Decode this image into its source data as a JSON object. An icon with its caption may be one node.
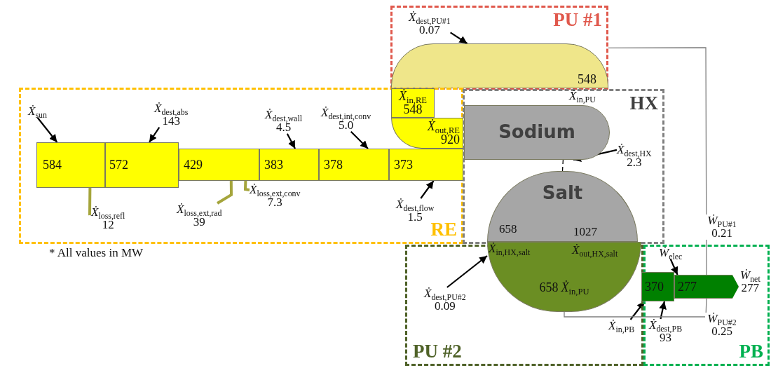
{
  "diagram": {
    "nodes": [
      {
        "text": [
          "PU #1"
        ]
      },
      {
        "text": [
          "548"
        ],
        "in": 0
      },
      {
        "text": [
          "RE"
        ]
      },
      {
        "text": [
          "HX"
        ]
      },
      {
        "text": [
          "584"
        ],
        "in": 2
      },
      {
        "text": [
          "572"
        ],
        "in": 2
      },
      {
        "text": [
          "429"
        ],
        "in": 2
      },
      {
        "text": [
          "383"
        ],
        "in": 2
      },
      {
        "text": [
          "378"
        ],
        "in": 2
      },
      {
        "text": [
          "373"
        ],
        "in": 2
      },
      {
        "text": [
          "*Ẋ*$_{in,RE}$",
          "548"
        ],
        "in": 2
      },
      {
        "text": [
          "*Ẋ*$_{out,RE}$",
          "920"
        ],
        "in": 2
      },
      {
        "text": [
          "Sodium"
        ],
        "in": 3
      },
      {
        "text": [
          "Salt"
        ],
        "in": 3
      },
      {
        "text": [
          "PU #2"
        ]
      },
      {
        "text": [
          "PB"
        ]
      },
      {
        "text": [
          "658",
          "*Ẋ*$_{in,PU}$"
        ],
        "in": 14
      },
      {
        "text": [
          "370"
        ],
        "in": 15
      },
      {
        "text": [
          "277"
        ],
        "in": 15,
        "beside": [
          "*Ẇ*$_{net}$",
          "277"
        ]
      },
      {
        "text": [
          "*Ẋ*$_{sun}$"
        ],
        "in": 2
      },
      {
        "text": [
          "*Ẋ*$_{dest,abs}$",
          "143"
        ],
        "in": 2
      },
      {
        "text": [
          "*Ẋ*$_{dest,wall}$",
          "4.5"
        ],
        "in": 2
      },
      {
        "text": [
          "*Ẋ*$_{dest,int,conv}$",
          "5.0"
        ],
        "in": 2
      },
      {
        "text": [
          "*Ẋ*$_{loss,refl}$",
          "12"
        ],
        "in": 2
      },
      {
        "text": [
          "*Ẋ*$_{loss,ext,rad}$",
          "39"
        ],
        "in": 2
      },
      {
        "text": [
          "*Ẋ*$_{loss,ext,conv}$",
          "7.3"
        ],
        "in": 2
      },
      {
        "text": [
          "*Ẋ*$_{dest,flow}$",
          "1.5"
        ],
        "in": 2
      },
      {
        "text": [
          "*Ẋ*$_{dest,PU#1}$",
          "0.07"
        ],
        "in": 0
      },
      {
        "text": [
          "*Ẋ*$_{dest,HX}$",
          "2.3"
        ],
        "in": 3
      },
      {
        "text": [
          "*Ẋ*$_{dest,PU#2}$",
          "0.09"
        ],
        "in": 14
      },
      {
        "text": [
          "*Ẋ*$_{in,PB}$"
        ],
        "in": 14
      },
      {
        "text": [
          "*Ẋ*$_{dest,PB}$",
          "93"
        ],
        "in": 15
      },
      {
        "text": [
          "*Ẇ*$_{elec}$"
        ],
        "in": 15
      }
    ],
    "edges": [
      {
        "from": 19,
        "to": 4,
        "arrow": "to"
      },
      {
        "from": 20,
        "to": 5,
        "arrow": "to"
      },
      {
        "from": 4,
        "to": 23,
        "arrow": "none",
        "style": "thick",
        "color": "#a5a53c"
      },
      {
        "from": 6,
        "to": 24,
        "arrow": "none",
        "style": "thick",
        "color": "#a5a53c"
      },
      {
        "from": 6,
        "to": 25,
        "arrow": "none",
        "style": "thick",
        "color": "#a5a53c"
      },
      {
        "from": 21,
        "to": 7,
        "arrow": "to"
      },
      {
        "from": 22,
        "to": 8,
        "arrow": "to"
      },
      {
        "from": 26,
        "to": 9,
        "arrow": "to"
      },
      {
        "from": 27,
        "to": 1,
        "arrow": "to"
      },
      {
        "from": 28,
        "to": 12,
        "arrow": "to"
      },
      {
        "from": 29,
        "to": 16,
        "arrow": "to"
      },
      {
        "from": 30,
        "to": 17,
        "arrow": "to"
      },
      {
        "from": 31,
        "to": 17,
        "arrow": "to"
      },
      {
        "from": 32,
        "to": 18,
        "arrow": "to"
      },
      {
        "from": 18,
        "to": 1,
        "arrow": "none",
        "color": "#7f7f7f",
        "label": "*Ẇ*$_{PU#1}$ 0.21"
      },
      {
        "from": 18,
        "to": 16,
        "arrow": "none",
        "color": "#7f7f7f",
        "label": "*Ẇ*$_{PU#2}$ 0.25"
      },
      {
        "from": 12,
        "to": 13,
        "arrow": "none",
        "style": "dashed"
      }
    ],
    "labels": [
      "*Ẋ*$_{in,PU}$",
      "658",
      "1027",
      "*Ẋ*$_{in,HX,salt}$",
      "*Ẋ*$_{out,HX,salt}$",
      "* All values in MW"
    ]
  }
}
